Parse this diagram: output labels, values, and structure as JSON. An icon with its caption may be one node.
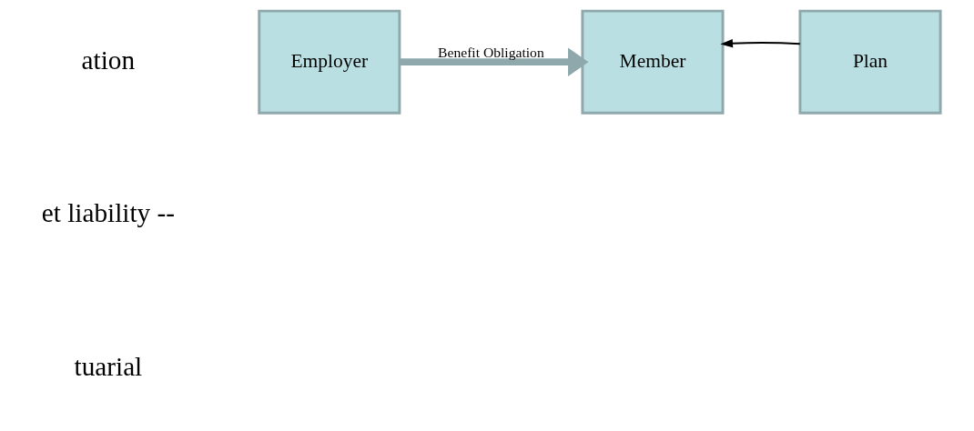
{
  "diagram": {
    "nodes": [
      {
        "text": [
          "Member"
        ]
      },
      {
        "text": [
          "Employer"
        ]
      },
      {
        "text": [
          "Plan"
        ]
      }
    ],
    "edges": [
      {
        "from": 1,
        "to": 0,
        "arrow": "to",
        "label": "Benefit Obligation",
        "style": "thick",
        "color": "#8fa8ab"
      },
      {
        "from": 2,
        "to": 0,
        "arrow": "to",
        "color": "#000000"
      }
    ],
    "labels": [
      "ation",
      "et liability --",
      "tuarial"
    ]
  }
}
